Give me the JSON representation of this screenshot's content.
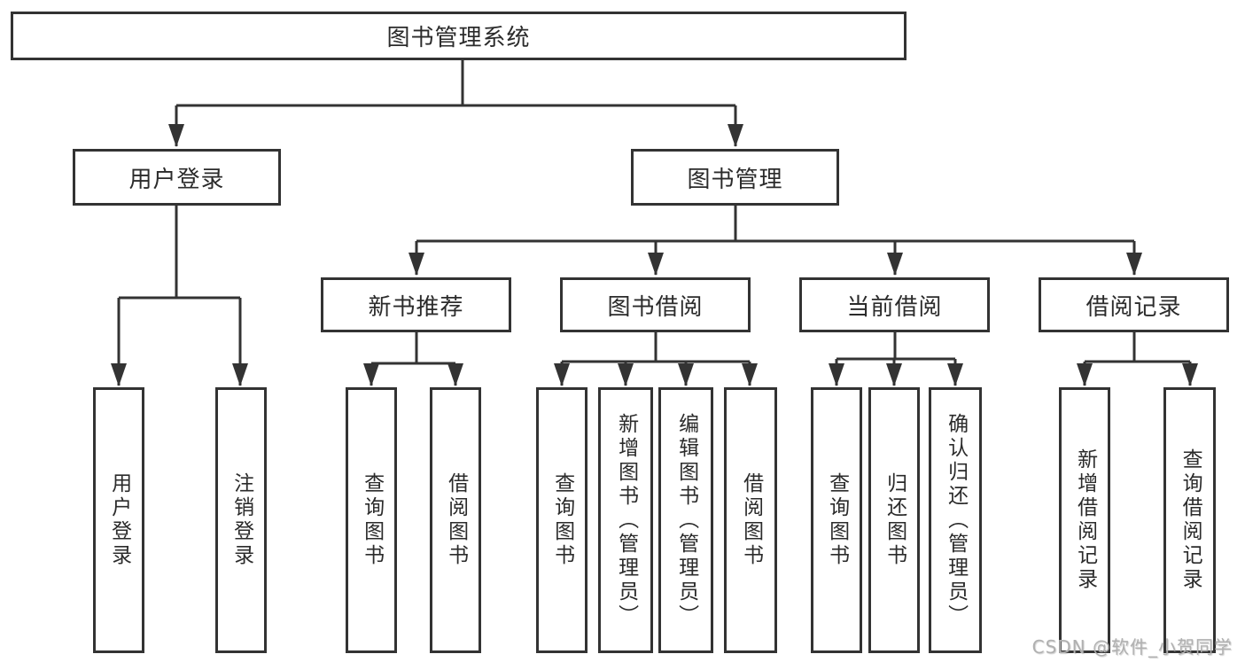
{
  "diagram": {
    "root": {
      "label": "图书管理系统"
    },
    "level2": [
      {
        "label": "用户登录"
      },
      {
        "label": "图书管理"
      }
    ],
    "level3": [
      {
        "label": "新书推荐"
      },
      {
        "label": "图书借阅"
      },
      {
        "label": "当前借阅"
      },
      {
        "label": "借阅记录"
      }
    ],
    "leaves": [
      {
        "label": "用户登录"
      },
      {
        "label": "注销登录"
      },
      {
        "label": "查询图书"
      },
      {
        "label": "借阅图书"
      },
      {
        "label": "查询图书"
      },
      {
        "label": "新增图书（管理员）"
      },
      {
        "label": "编辑图书（管理员）"
      },
      {
        "label": "借阅图书"
      },
      {
        "label": "查询图书"
      },
      {
        "label": "归还图书"
      },
      {
        "label": "确认归还（管理员）"
      },
      {
        "label": "新增借阅记录"
      },
      {
        "label": "查询借阅记录"
      }
    ]
  },
  "watermark": {
    "text": "CSDN @软件_小贺同学"
  },
  "colors": {
    "line": "#333333",
    "text": "#2b2b2b",
    "background": "#ffffff",
    "watermark": "#b0b0b0"
  }
}
